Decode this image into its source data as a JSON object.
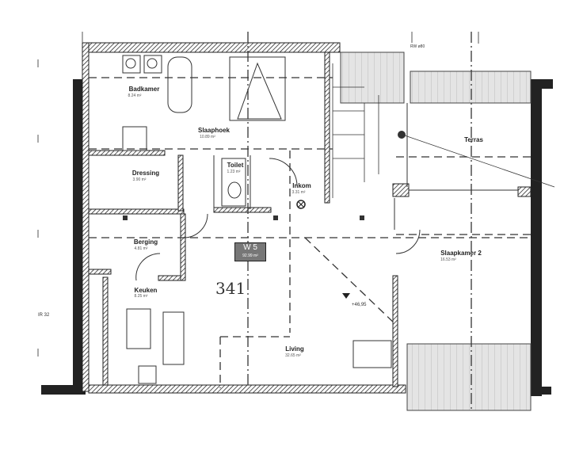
{
  "unit": {
    "name": "W 5",
    "area": "92.99 m²",
    "handwritten_number": "341"
  },
  "rooms": [
    {
      "name": "Badkamer",
      "area": "8.24 m²"
    },
    {
      "name": "Slaaphoek",
      "area": "10.89 m²"
    },
    {
      "name": "Dressing",
      "area": "3.90 m²"
    },
    {
      "name": "Toilet",
      "area": "1.23 m²"
    },
    {
      "name": "Inkom",
      "area": "3.31 m²"
    },
    {
      "name": "Berging",
      "area": "4.81 m²"
    },
    {
      "name": "Keuken",
      "area": "8.25 m²"
    },
    {
      "name": "Living",
      "area": "32.65 m²"
    },
    {
      "name": "Slaapkamer 2",
      "area": "16.53 m²"
    },
    {
      "name": "Terras"
    }
  ],
  "annotations": {
    "level": "+46,95",
    "rainwater": "RW ø80",
    "margin_ref": "IR 32"
  }
}
